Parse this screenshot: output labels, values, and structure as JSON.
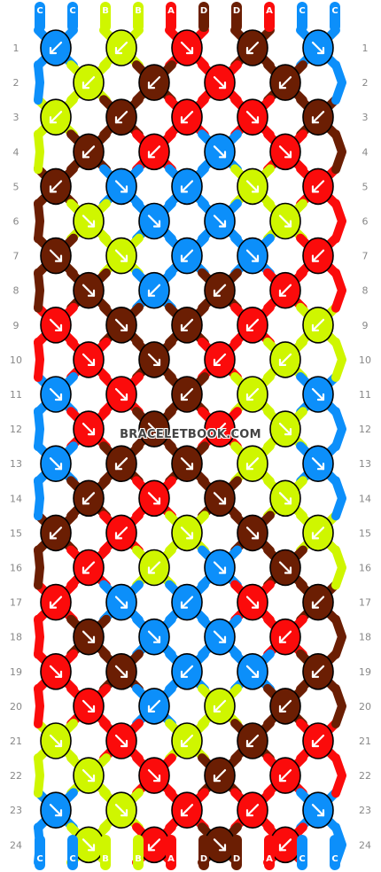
{
  "colors": {
    "C": "#0c8ffa",
    "B": "#cff600",
    "A": "#fb0b0b",
    "D": "#6b1e03"
  },
  "strands_top": [
    "C",
    "C",
    "B",
    "B",
    "A",
    "D",
    "D",
    "A",
    "C",
    "C"
  ],
  "strands_bottom": [
    "C",
    "C",
    "B",
    "B",
    "A",
    "D",
    "D",
    "A",
    "C",
    "C"
  ],
  "row_labels": [
    "1",
    "2",
    "3",
    "4",
    "5",
    "6",
    "7",
    "8",
    "9",
    "10",
    "11",
    "12",
    "13",
    "14",
    "15",
    "16",
    "17",
    "18",
    "19",
    "20",
    "21",
    "22",
    "23",
    "24"
  ],
  "knots": [
    [
      [
        "C",
        "sw"
      ],
      [
        "B",
        "sw"
      ],
      [
        "A",
        "se"
      ],
      [
        "D",
        "sw"
      ],
      [
        "C",
        "se"
      ]
    ],
    [
      [
        "B",
        "sw"
      ],
      [
        "D",
        "sw"
      ],
      [
        "A",
        "se"
      ],
      [
        "D",
        "sw"
      ]
    ],
    [
      [
        "B",
        "sw"
      ],
      [
        "D",
        "sw"
      ],
      [
        "A",
        "sw"
      ],
      [
        "A",
        "se"
      ],
      [
        "D",
        "sw"
      ]
    ],
    [
      [
        "D",
        "sw"
      ],
      [
        "A",
        "sw"
      ],
      [
        "C",
        "se"
      ],
      [
        "A",
        "se"
      ]
    ],
    [
      [
        "D",
        "sw"
      ],
      [
        "C",
        "se"
      ],
      [
        "C",
        "sw"
      ],
      [
        "B",
        "se"
      ],
      [
        "A",
        "sw"
      ]
    ],
    [
      [
        "B",
        "se"
      ],
      [
        "C",
        "se"
      ],
      [
        "C",
        "se"
      ],
      [
        "B",
        "se"
      ]
    ],
    [
      [
        "D",
        "se"
      ],
      [
        "B",
        "se"
      ],
      [
        "C",
        "sw"
      ],
      [
        "C",
        "se"
      ],
      [
        "A",
        "sw"
      ]
    ],
    [
      [
        "D",
        "se"
      ],
      [
        "C",
        "sw"
      ],
      [
        "D",
        "sw"
      ],
      [
        "A",
        "sw"
      ]
    ],
    [
      [
        "A",
        "se"
      ],
      [
        "D",
        "se"
      ],
      [
        "D",
        "sw"
      ],
      [
        "A",
        "sw"
      ],
      [
        "B",
        "sw"
      ]
    ],
    [
      [
        "A",
        "se"
      ],
      [
        "D",
        "se"
      ],
      [
        "A",
        "sw"
      ],
      [
        "B",
        "sw"
      ]
    ],
    [
      [
        "C",
        "se"
      ],
      [
        "A",
        "se"
      ],
      [
        "D",
        "sw"
      ],
      [
        "B",
        "sw"
      ],
      [
        "C",
        "se"
      ]
    ],
    [
      [
        "A",
        "se"
      ],
      [
        "D",
        "se"
      ],
      [
        "A",
        "sw"
      ],
      [
        "B",
        "se"
      ]
    ],
    [
      [
        "C",
        "se"
      ],
      [
        "D",
        "sw"
      ],
      [
        "D",
        "se"
      ],
      [
        "B",
        "sw"
      ],
      [
        "C",
        "se"
      ]
    ],
    [
      [
        "D",
        "sw"
      ],
      [
        "A",
        "se"
      ],
      [
        "D",
        "se"
      ],
      [
        "B",
        "se"
      ]
    ],
    [
      [
        "D",
        "sw"
      ],
      [
        "A",
        "sw"
      ],
      [
        "B",
        "se"
      ],
      [
        "D",
        "se"
      ],
      [
        "B",
        "sw"
      ]
    ],
    [
      [
        "A",
        "sw"
      ],
      [
        "B",
        "sw"
      ],
      [
        "C",
        "se"
      ],
      [
        "D",
        "se"
      ]
    ],
    [
      [
        "A",
        "sw"
      ],
      [
        "C",
        "se"
      ],
      [
        "C",
        "sw"
      ],
      [
        "A",
        "se"
      ],
      [
        "D",
        "sw"
      ]
    ],
    [
      [
        "D",
        "se"
      ],
      [
        "C",
        "se"
      ],
      [
        "C",
        "se"
      ],
      [
        "A",
        "sw"
      ]
    ],
    [
      [
        "A",
        "se"
      ],
      [
        "D",
        "se"
      ],
      [
        "C",
        "sw"
      ],
      [
        "C",
        "se"
      ],
      [
        "D",
        "sw"
      ]
    ],
    [
      [
        "A",
        "se"
      ],
      [
        "C",
        "sw"
      ],
      [
        "B",
        "sw"
      ],
      [
        "D",
        "sw"
      ]
    ],
    [
      [
        "B",
        "se"
      ],
      [
        "A",
        "se"
      ],
      [
        "B",
        "sw"
      ],
      [
        "D",
        "sw"
      ],
      [
        "A",
        "sw"
      ]
    ],
    [
      [
        "B",
        "se"
      ],
      [
        "A",
        "se"
      ],
      [
        "D",
        "sw"
      ],
      [
        "A",
        "sw"
      ]
    ],
    [
      [
        "C",
        "se"
      ],
      [
        "B",
        "se"
      ],
      [
        "A",
        "sw"
      ],
      [
        "A",
        "sw"
      ],
      [
        "C",
        "se"
      ]
    ],
    [
      [
        "B",
        "se"
      ],
      [
        "A",
        "sw"
      ],
      [
        "D",
        "se"
      ],
      [
        "A",
        "sw"
      ]
    ]
  ],
  "watermark": "BRACELETBOOK.COM"
}
